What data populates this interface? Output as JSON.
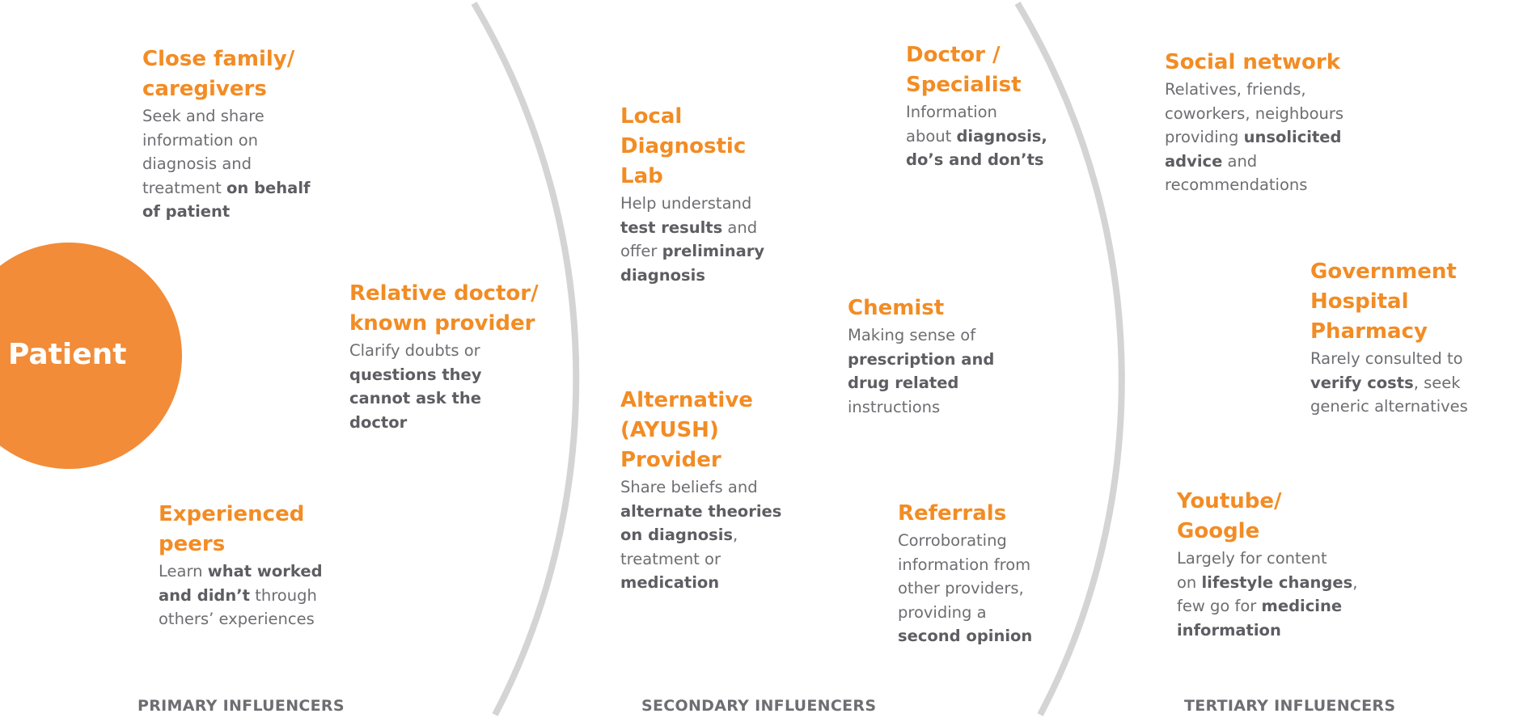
{
  "center": {
    "label": "Patient"
  },
  "colors": {
    "accent": "#f28c24",
    "circle": "#f28c38",
    "text": "#6e6e72",
    "arc": "#d4d4d4"
  },
  "tiers": {
    "primary": "PRIMARY INFLUENCERS",
    "secondary": "SECONDARY INFLUENCERS",
    "tertiary": "TERTIARY INFLUENCERS"
  },
  "influencers": {
    "close_family": {
      "title": "Close family/\ncaregivers",
      "desc": [
        {
          "t": "Seek and share\ninformation on\ndiagnosis and\ntreatment "
        },
        {
          "t": "on behalf\nof patient",
          "b": true
        }
      ]
    },
    "relative_doctor": {
      "title": "Relative doctor/\nknown provider",
      "desc": [
        {
          "t": "Clarify doubts or\n"
        },
        {
          "t": "questions they\ncannot ask the\ndoctor",
          "b": true
        }
      ]
    },
    "experienced_peers": {
      "title": "Experienced\npeers",
      "desc": [
        {
          "t": "Learn "
        },
        {
          "t": "what worked\nand didn’t",
          "b": true
        },
        {
          "t": " through\nothers’ experiences"
        }
      ]
    },
    "local_lab": {
      "title": "Local\nDiagnostic\nLab",
      "desc": [
        {
          "t": "Help understand\n"
        },
        {
          "t": "test results",
          "b": true
        },
        {
          "t": " and\noffer "
        },
        {
          "t": "preliminary\ndiagnosis",
          "b": true
        }
      ]
    },
    "alternative_provider": {
      "title": "Alternative\n(AYUSH)\nProvider",
      "desc": [
        {
          "t": "Share beliefs and\n"
        },
        {
          "t": "alternate theories\non diagnosis",
          "b": true
        },
        {
          "t": ",\ntreatment or\n"
        },
        {
          "t": "medication",
          "b": true
        }
      ]
    },
    "doctor_specialist": {
      "title": "Doctor /\nSpecialist",
      "desc": [
        {
          "t": "Information\nabout "
        },
        {
          "t": "diagnosis,\ndo’s and don’ts",
          "b": true
        }
      ]
    },
    "chemist": {
      "title": "Chemist",
      "desc": [
        {
          "t": "Making sense of\n"
        },
        {
          "t": "prescription and\ndrug related",
          "b": true
        },
        {
          "t": "\ninstructions"
        }
      ]
    },
    "referrals": {
      "title": "Referrals",
      "desc": [
        {
          "t": "Corroborating\ninformation from\nother providers,\nproviding a\n"
        },
        {
          "t": "second opinion",
          "b": true
        }
      ]
    },
    "social_network": {
      "title": "Social network",
      "desc": [
        {
          "t": "Relatives, friends,\ncoworkers, neighbours\nproviding "
        },
        {
          "t": "unsolicited\nadvice",
          "b": true
        },
        {
          "t": " and\nrecommendations"
        }
      ]
    },
    "govt_pharmacy": {
      "title": "Government\nHospital\nPharmacy",
      "desc": [
        {
          "t": "Rarely consulted to\n"
        },
        {
          "t": "verify costs",
          "b": true
        },
        {
          "t": ", seek\ngeneric alternatives"
        }
      ]
    },
    "youtube_google": {
      "title": "Youtube/\nGoogle",
      "desc": [
        {
          "t": "Largely for content\non "
        },
        {
          "t": "lifestyle changes",
          "b": true
        },
        {
          "t": ",\nfew go for "
        },
        {
          "t": "medicine\ninformation",
          "b": true
        }
      ]
    }
  }
}
